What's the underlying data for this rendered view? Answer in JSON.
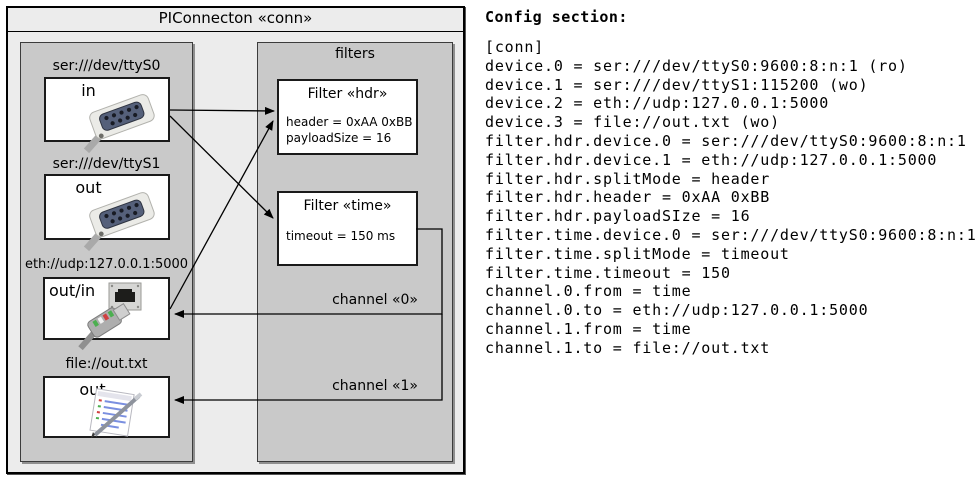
{
  "diagram": {
    "title": "PIConnecton «conn»",
    "filters_group_label": "filters",
    "devices": [
      {
        "uri": "ser:///dev/ttyS0",
        "port_label": "in",
        "icon": "serial-connector-icon"
      },
      {
        "uri": "ser:///dev/ttyS1",
        "port_label": "out",
        "icon": "serial-connector-icon"
      },
      {
        "uri": "eth://udp:127.0.0.1:5000",
        "port_label": "out/in",
        "icon": "ethernet-connector-icon"
      },
      {
        "uri": "file://out.txt",
        "port_label": "out",
        "icon": "notepad-icon"
      }
    ],
    "filters": [
      {
        "title": "Filter «hdr»",
        "properties": [
          "header = 0xAA 0xBB",
          "payloadSize = 16"
        ]
      },
      {
        "title": "Filter «time»",
        "properties": [
          "timeout = 150 ms"
        ]
      }
    ],
    "channels": [
      {
        "label": "channel «0»"
      },
      {
        "label": "channel «1»"
      }
    ]
  },
  "config": {
    "heading": "Config section:",
    "lines": [
      "[conn]",
      "device.0 = ser:///dev/ttyS0:9600:8:n:1 (ro)",
      "device.1 = ser:///dev/ttyS1:115200 (wo)",
      "device.2 = eth://udp:127.0.0.1:5000",
      "device.3 = file://out.txt (wo)",
      "filter.hdr.device.0 = ser:///dev/ttyS0:9600:8:n:1",
      "filter.hdr.device.1 = eth://udp:127.0.0.1:5000",
      "filter.hdr.splitMode = header",
      "filter.hdr.header = 0xAA 0xBB",
      "filter.hdr.payloadSIze = 16",
      "filter.time.device.0 = ser:///dev/ttyS0:9600:8:n:1",
      "filter.time.splitMode = timeout",
      "filter.time.timeout = 150",
      "channel.0.from = time",
      "channel.0.to = eth://udp:127.0.0.1:5000",
      "channel.1.from = time",
      "channel.1.to = file://out.txt"
    ]
  },
  "colors": {
    "diagram_background": "#ececec",
    "group_background": "#c9c9c9",
    "box_background": "#ffffff",
    "line_color": "#000000",
    "serial_face": "#55607a",
    "wire_green": "#4caf50",
    "wire_red": "#d04040",
    "note_line_blue": "#7a8fe0"
  }
}
